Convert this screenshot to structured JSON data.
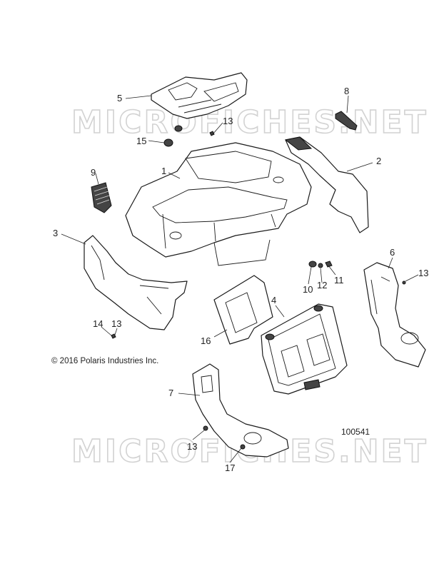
{
  "watermark": "MICROFICHES.NET",
  "copyright": "© 2016 Polaris Industries Inc.",
  "drawing_number": "100541",
  "callouts": [
    "1",
    "2",
    "3",
    "4",
    "5",
    "6",
    "7",
    "8",
    "9",
    "10",
    "11",
    "12",
    "13",
    "13",
    "13",
    "13",
    "14",
    "15",
    "16",
    "17"
  ]
}
